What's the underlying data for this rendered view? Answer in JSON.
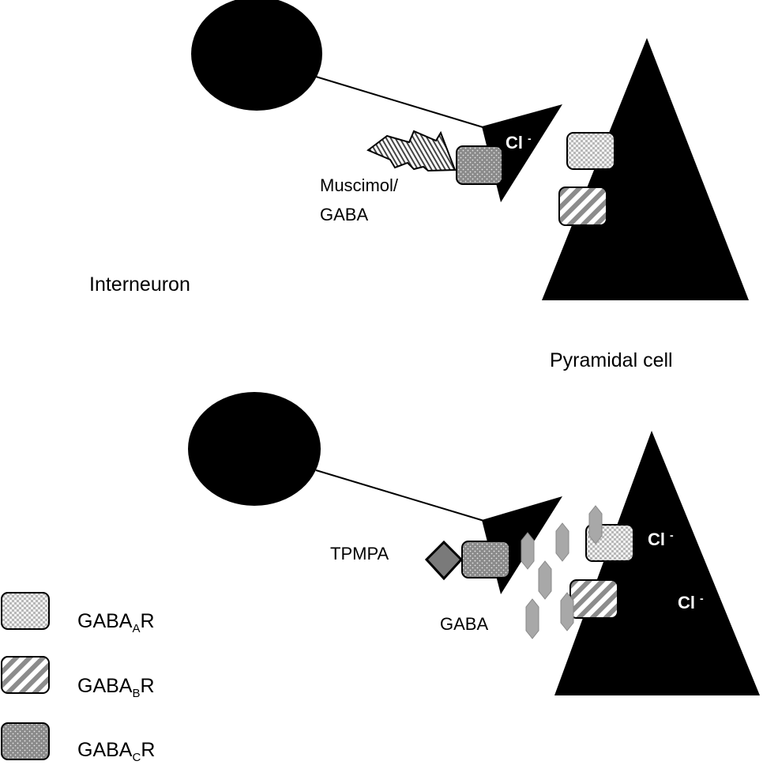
{
  "labels": {
    "muscimol_line1": "Muscimol/",
    "muscimol_line2": "GABA",
    "interneuron": "Interneuron",
    "pyramidal": "Pyramidal cell",
    "tpmpa": "TPMPA",
    "gaba_bottom": "GABA",
    "cl": "Cl",
    "cl_superscript": "-"
  },
  "legend": [
    {
      "base": "GABA",
      "sub": "A",
      "suffix": "R",
      "pattern": "checker"
    },
    {
      "base": "GABA",
      "sub": "B",
      "suffix": "R",
      "pattern": "stripes"
    },
    {
      "base": "GABA",
      "sub": "C",
      "suffix": "R",
      "pattern": "dots"
    }
  ],
  "colors": {
    "cell": "#000000",
    "gaba_molecule": "#a8a8a8",
    "tpmpa": "#7a7a7a",
    "receptor_c": "#8a8a8a"
  }
}
